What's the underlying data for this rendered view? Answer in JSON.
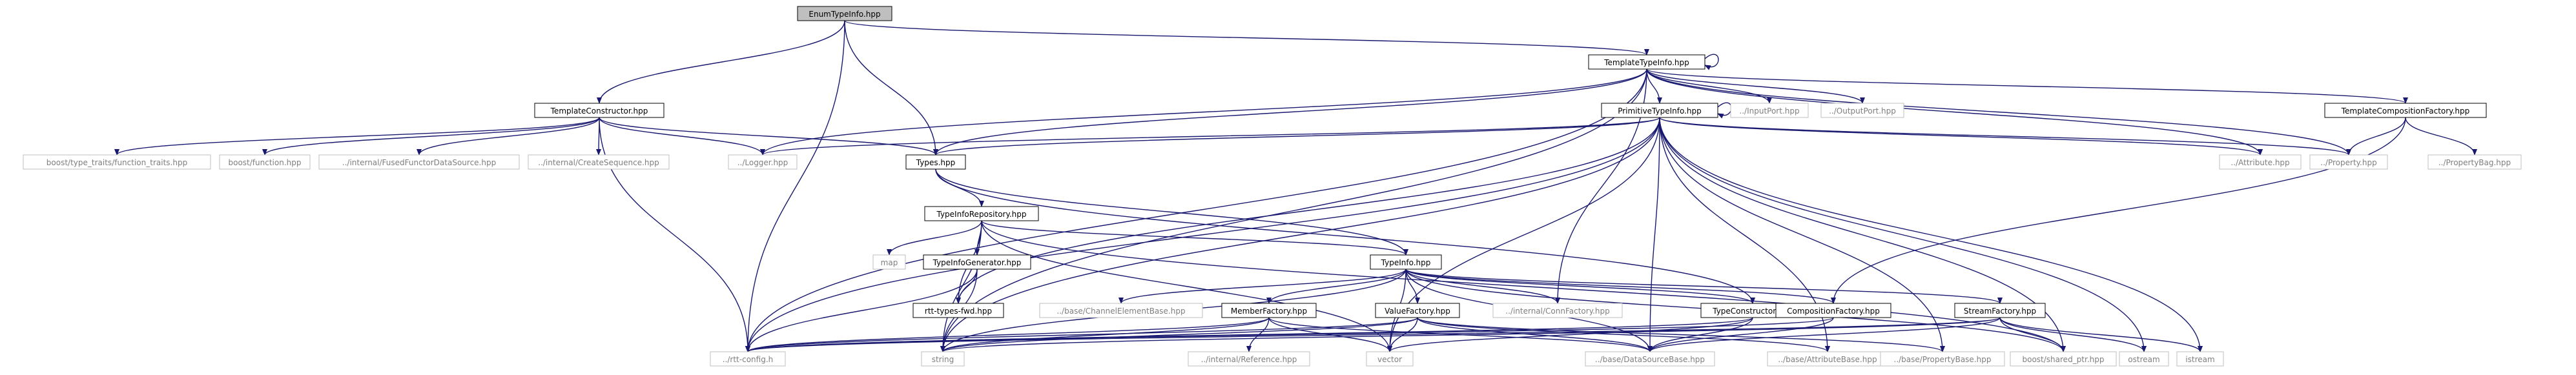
{
  "graph": {
    "colors": {
      "edge": "#191970",
      "root_fill": "#bfbfbf",
      "normal_fill": "#ffffff",
      "normal_border": "#000000",
      "external_border": "#bfbfbf",
      "external_text": "#7f7f7f",
      "normal_text": "#000000"
    },
    "nodes": [
      {
        "id": "enum",
        "label": "EnumTypeInfo.hpp",
        "kind": "root"
      },
      {
        "id": "template_typeinfo",
        "label": "TemplateTypeInfo.hpp",
        "kind": "normal"
      },
      {
        "id": "template_constructor",
        "label": "TemplateConstructor.hpp",
        "kind": "normal"
      },
      {
        "id": "primitive_typeinfo",
        "label": "PrimitiveTypeInfo.hpp",
        "kind": "normal"
      },
      {
        "id": "input_port",
        "label": "../InputPort.hpp",
        "kind": "external"
      },
      {
        "id": "output_port",
        "label": "../OutputPort.hpp",
        "kind": "external"
      },
      {
        "id": "template_composition_factory",
        "label": "TemplateCompositionFactory.hpp",
        "kind": "normal"
      },
      {
        "id": "function_traits",
        "label": "boost/type_traits/function_traits.hpp",
        "kind": "external"
      },
      {
        "id": "boost_function",
        "label": "boost/function.hpp",
        "kind": "external"
      },
      {
        "id": "fused_functor",
        "label": "../internal/FusedFunctorDataSource.hpp",
        "kind": "external"
      },
      {
        "id": "create_sequence",
        "label": "../internal/CreateSequence.hpp",
        "kind": "external"
      },
      {
        "id": "logger",
        "label": "../Logger.hpp",
        "kind": "external"
      },
      {
        "id": "types",
        "label": "Types.hpp",
        "kind": "normal"
      },
      {
        "id": "attribute",
        "label": "../Attribute.hpp",
        "kind": "external"
      },
      {
        "id": "property",
        "label": "../Property.hpp",
        "kind": "external"
      },
      {
        "id": "property_bag",
        "label": "../PropertyBag.hpp",
        "kind": "external"
      },
      {
        "id": "typeinfo_repository",
        "label": "TypeInfoRepository.hpp",
        "kind": "normal"
      },
      {
        "id": "map",
        "label": "map",
        "kind": "external"
      },
      {
        "id": "typeinfo_generator",
        "label": "TypeInfoGenerator.hpp",
        "kind": "normal"
      },
      {
        "id": "typeinfo",
        "label": "TypeInfo.hpp",
        "kind": "normal"
      },
      {
        "id": "rtt_types_fwd",
        "label": "rtt-types-fwd.hpp",
        "kind": "normal"
      },
      {
        "id": "channel_element_base",
        "label": "../base/ChannelElementBase.hpp",
        "kind": "external"
      },
      {
        "id": "member_factory",
        "label": "MemberFactory.hpp",
        "kind": "normal"
      },
      {
        "id": "value_factory",
        "label": "ValueFactory.hpp",
        "kind": "normal"
      },
      {
        "id": "conn_factory",
        "label": "../internal/ConnFactory.hpp",
        "kind": "external"
      },
      {
        "id": "type_constructor",
        "label": "TypeConstructor.hpp",
        "kind": "normal"
      },
      {
        "id": "composition_factory",
        "label": "CompositionFactory.hpp",
        "kind": "normal"
      },
      {
        "id": "stream_factory",
        "label": "StreamFactory.hpp",
        "kind": "normal"
      },
      {
        "id": "rtt_config",
        "label": "../rtt-config.h",
        "kind": "external"
      },
      {
        "id": "string",
        "label": "string",
        "kind": "external"
      },
      {
        "id": "reference",
        "label": "../internal/Reference.hpp",
        "kind": "external"
      },
      {
        "id": "vector",
        "label": "vector",
        "kind": "external"
      },
      {
        "id": "data_source_base",
        "label": "../base/DataSourceBase.hpp",
        "kind": "external"
      },
      {
        "id": "attribute_base",
        "label": "../base/AttributeBase.hpp",
        "kind": "external"
      },
      {
        "id": "property_base",
        "label": "../base/PropertyBase.hpp",
        "kind": "external"
      },
      {
        "id": "shared_ptr",
        "label": "boost/shared_ptr.hpp",
        "kind": "external"
      },
      {
        "id": "ostream",
        "label": "ostream",
        "kind": "external"
      },
      {
        "id": "istream",
        "label": "istream",
        "kind": "external"
      }
    ],
    "edges": [
      [
        "enum",
        "template_typeinfo"
      ],
      [
        "enum",
        "template_constructor"
      ],
      [
        "enum",
        "types"
      ],
      [
        "enum",
        "rtt_config"
      ],
      [
        "template_typeinfo",
        "template_typeinfo"
      ],
      [
        "template_typeinfo",
        "primitive_typeinfo"
      ],
      [
        "template_typeinfo",
        "input_port"
      ],
      [
        "template_typeinfo",
        "output_port"
      ],
      [
        "template_typeinfo",
        "template_composition_factory"
      ],
      [
        "template_typeinfo",
        "logger"
      ],
      [
        "template_typeinfo",
        "types"
      ],
      [
        "template_typeinfo",
        "attribute"
      ],
      [
        "template_typeinfo",
        "property"
      ],
      [
        "template_typeinfo",
        "rtt_config"
      ],
      [
        "template_typeinfo",
        "string"
      ],
      [
        "template_typeinfo",
        "conn_factory"
      ],
      [
        "template_constructor",
        "function_traits"
      ],
      [
        "template_constructor",
        "boost_function"
      ],
      [
        "template_constructor",
        "fused_functor"
      ],
      [
        "template_constructor",
        "create_sequence"
      ],
      [
        "template_constructor",
        "logger"
      ],
      [
        "template_constructor",
        "types"
      ],
      [
        "template_constructor",
        "rtt_config"
      ],
      [
        "primitive_typeinfo",
        "primitive_typeinfo"
      ],
      [
        "primitive_typeinfo",
        "types"
      ],
      [
        "primitive_typeinfo",
        "logger"
      ],
      [
        "primitive_typeinfo",
        "attribute"
      ],
      [
        "primitive_typeinfo",
        "property"
      ],
      [
        "primitive_typeinfo",
        "rtt_types_fwd"
      ],
      [
        "primitive_typeinfo",
        "rtt_config"
      ],
      [
        "primitive_typeinfo",
        "string"
      ],
      [
        "primitive_typeinfo",
        "vector"
      ],
      [
        "primitive_typeinfo",
        "data_source_base"
      ],
      [
        "primitive_typeinfo",
        "attribute_base"
      ],
      [
        "primitive_typeinfo",
        "property_base"
      ],
      [
        "primitive_typeinfo",
        "shared_ptr"
      ],
      [
        "primitive_typeinfo",
        "ostream"
      ],
      [
        "primitive_typeinfo",
        "istream"
      ],
      [
        "template_composition_factory",
        "property"
      ],
      [
        "template_composition_factory",
        "property_bag"
      ],
      [
        "template_composition_factory",
        "composition_factory"
      ],
      [
        "types",
        "typeinfo_repository"
      ],
      [
        "types",
        "typeinfo"
      ],
      [
        "types",
        "type_constructor"
      ],
      [
        "typeinfo_repository",
        "map"
      ],
      [
        "typeinfo_repository",
        "typeinfo_generator"
      ],
      [
        "typeinfo_repository",
        "typeinfo"
      ],
      [
        "typeinfo_repository",
        "string"
      ],
      [
        "typeinfo_repository",
        "vector"
      ],
      [
        "typeinfo_repository",
        "shared_ptr"
      ],
      [
        "typeinfo_repository",
        "rtt_types_fwd"
      ],
      [
        "typeinfo_generator",
        "rtt_types_fwd"
      ],
      [
        "typeinfo_generator",
        "string"
      ],
      [
        "typeinfo_generator",
        "rtt_config"
      ],
      [
        "typeinfo",
        "channel_element_base"
      ],
      [
        "typeinfo",
        "member_factory"
      ],
      [
        "typeinfo",
        "value_factory"
      ],
      [
        "typeinfo",
        "conn_factory"
      ],
      [
        "typeinfo",
        "type_constructor"
      ],
      [
        "typeinfo",
        "composition_factory"
      ],
      [
        "typeinfo",
        "stream_factory"
      ],
      [
        "typeinfo",
        "string"
      ],
      [
        "typeinfo",
        "vector"
      ],
      [
        "typeinfo",
        "data_source_base"
      ],
      [
        "typeinfo",
        "shared_ptr"
      ],
      [
        "member_factory",
        "reference"
      ],
      [
        "member_factory",
        "vector"
      ],
      [
        "member_factory",
        "string"
      ],
      [
        "member_factory",
        "rtt_config"
      ],
      [
        "member_factory",
        "data_source_base"
      ],
      [
        "value_factory",
        "rtt_config"
      ],
      [
        "value_factory",
        "string"
      ],
      [
        "value_factory",
        "vector"
      ],
      [
        "value_factory",
        "data_source_base"
      ],
      [
        "value_factory",
        "attribute_base"
      ],
      [
        "value_factory",
        "property_base"
      ],
      [
        "type_constructor",
        "vector"
      ],
      [
        "type_constructor",
        "data_source_base"
      ],
      [
        "type_constructor",
        "rtt_config"
      ],
      [
        "composition_factory",
        "data_source_base"
      ],
      [
        "composition_factory",
        "rtt_config"
      ],
      [
        "stream_factory",
        "string"
      ],
      [
        "stream_factory",
        "ostream"
      ],
      [
        "stream_factory",
        "istream"
      ],
      [
        "stream_factory",
        "data_source_base"
      ],
      [
        "stream_factory",
        "shared_ptr"
      ],
      [
        "stream_factory",
        "rtt_config"
      ]
    ]
  }
}
